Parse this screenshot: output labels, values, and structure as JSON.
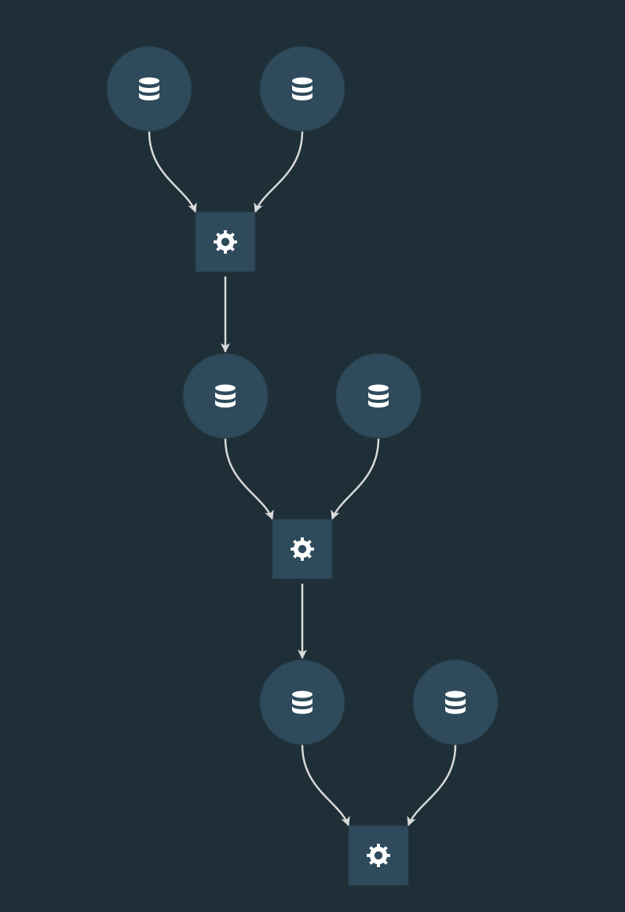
{
  "diagram": {
    "background_color": "#1f2f38",
    "node_color": "#2e4a5b",
    "edge_color": "#d9d9d9",
    "icon_color": "#ffffff",
    "nodes": [
      {
        "id": "db1",
        "kind": "data",
        "icon": "database-icon"
      },
      {
        "id": "db2",
        "kind": "data",
        "icon": "database-icon"
      },
      {
        "id": "proc1",
        "kind": "process",
        "icon": "gear-icon"
      },
      {
        "id": "db3",
        "kind": "data",
        "icon": "database-icon"
      },
      {
        "id": "db4",
        "kind": "data",
        "icon": "database-icon"
      },
      {
        "id": "proc2",
        "kind": "process",
        "icon": "gear-icon"
      },
      {
        "id": "db5",
        "kind": "data",
        "icon": "database-icon"
      },
      {
        "id": "db6",
        "kind": "data",
        "icon": "database-icon"
      },
      {
        "id": "proc3",
        "kind": "process",
        "icon": "gear-icon"
      }
    ],
    "edges": [
      {
        "from": "db1",
        "to": "proc1"
      },
      {
        "from": "db2",
        "to": "proc1"
      },
      {
        "from": "proc1",
        "to": "db3"
      },
      {
        "from": "db3",
        "to": "proc2"
      },
      {
        "from": "db4",
        "to": "proc2"
      },
      {
        "from": "proc2",
        "to": "db5"
      },
      {
        "from": "db5",
        "to": "proc3"
      },
      {
        "from": "db6",
        "to": "proc3"
      }
    ]
  }
}
